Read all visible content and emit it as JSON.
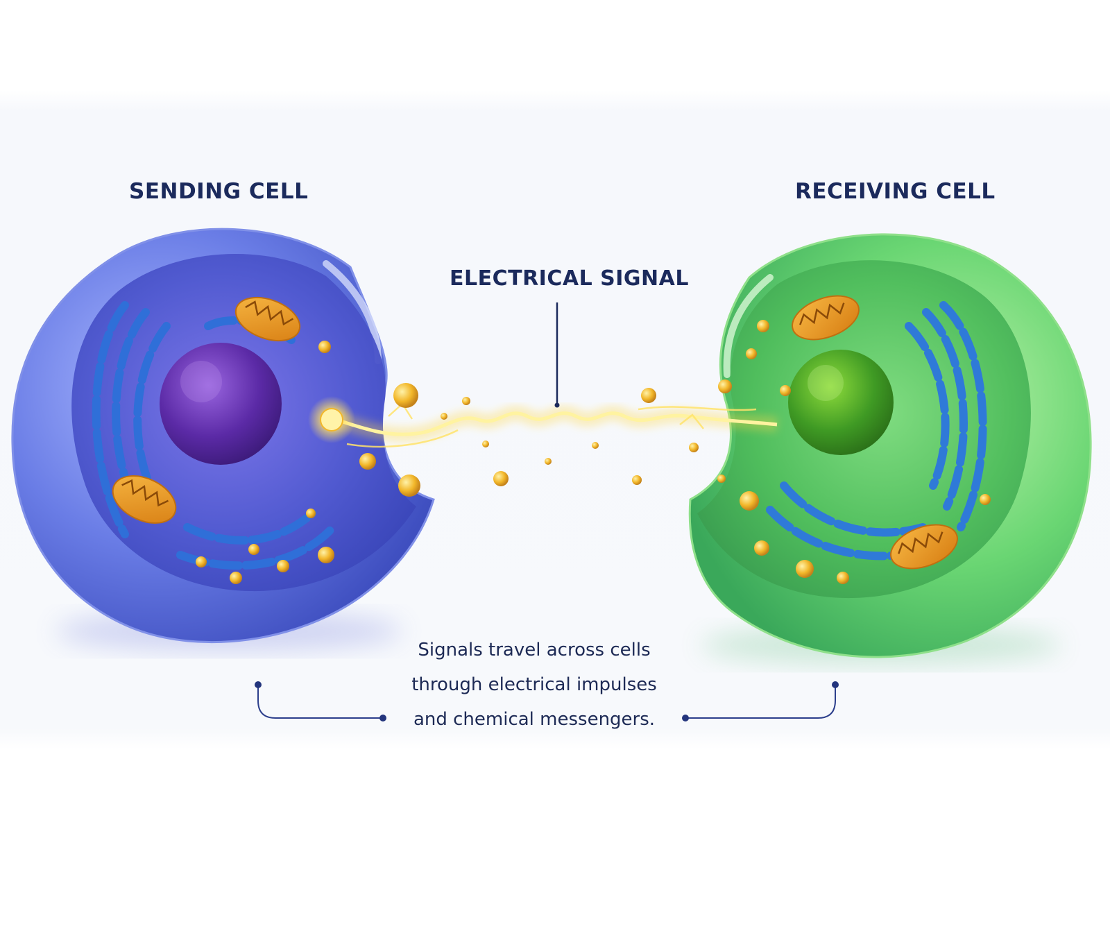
{
  "labels": {
    "sending": "SENDING CELL",
    "receiving": "RECEIVING CELL",
    "signal": "ELECTRICAL SIGNAL"
  },
  "caption": [
    "Signals travel across cells",
    "through electrical impulses",
    "and chemical messengers."
  ],
  "colors": {
    "text": "#1b2a5c",
    "sending_cell": "#5b6fd8",
    "receiving_cell": "#5fcf6a",
    "nucleus_sending": "#5a2fa0",
    "nucleus_receiving": "#3f9a24",
    "signal": "#ffe066",
    "mitochondria": "#f2a623",
    "er": "#2f6fd8"
  }
}
